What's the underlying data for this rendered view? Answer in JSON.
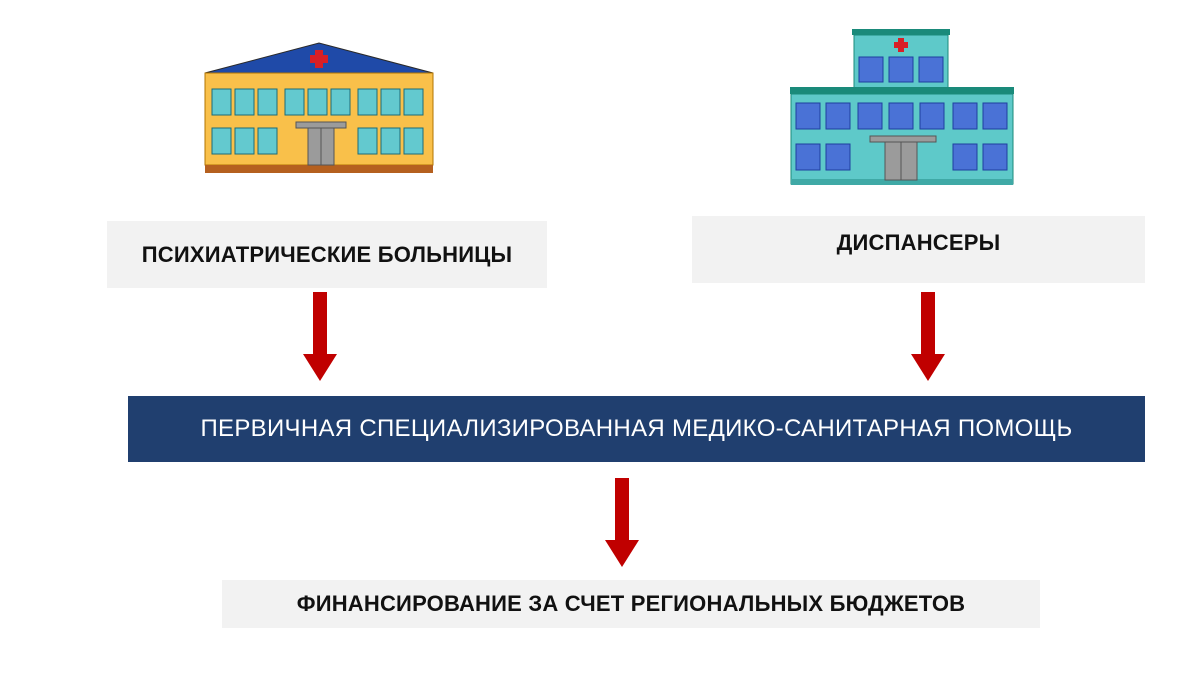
{
  "nodes": {
    "psychiatric_hospitals": {
      "label": "ПСИХИАТРИЧЕСКИЕ БОЛЬНИЦЫ",
      "icon": "hospital-building-icon"
    },
    "dispensaries": {
      "label": "ДИСПАНСЕРЫ",
      "icon": "clinic-building-icon"
    },
    "primary_care": {
      "label": "ПЕРВИЧНАЯ СПЕЦИАЛИЗИРОВАННАЯ МЕДИКО-САНИТАРНАЯ ПОМОЩЬ"
    },
    "financing": {
      "label": "ФИНАНСИРОВАНИЕ ЗА СЧЕТ РЕГИОНАЛЬНЫХ БЮДЖЕТОВ"
    }
  },
  "edges": [
    {
      "from": "psychiatric_hospitals",
      "to": "primary_care"
    },
    {
      "from": "dispensaries",
      "to": "primary_care"
    },
    {
      "from": "primary_care",
      "to": "financing"
    }
  ],
  "colors": {
    "arrow": "#c00000",
    "banner": "#203f6f",
    "label_box": "#f2f2f2",
    "hospital_wall": "#f9c04a",
    "hospital_roof": "#1f4aa8",
    "clinic_wall": "#5ec9c9",
    "window_blue": "#4a72d6",
    "window_cyan": "#63c9cf"
  }
}
